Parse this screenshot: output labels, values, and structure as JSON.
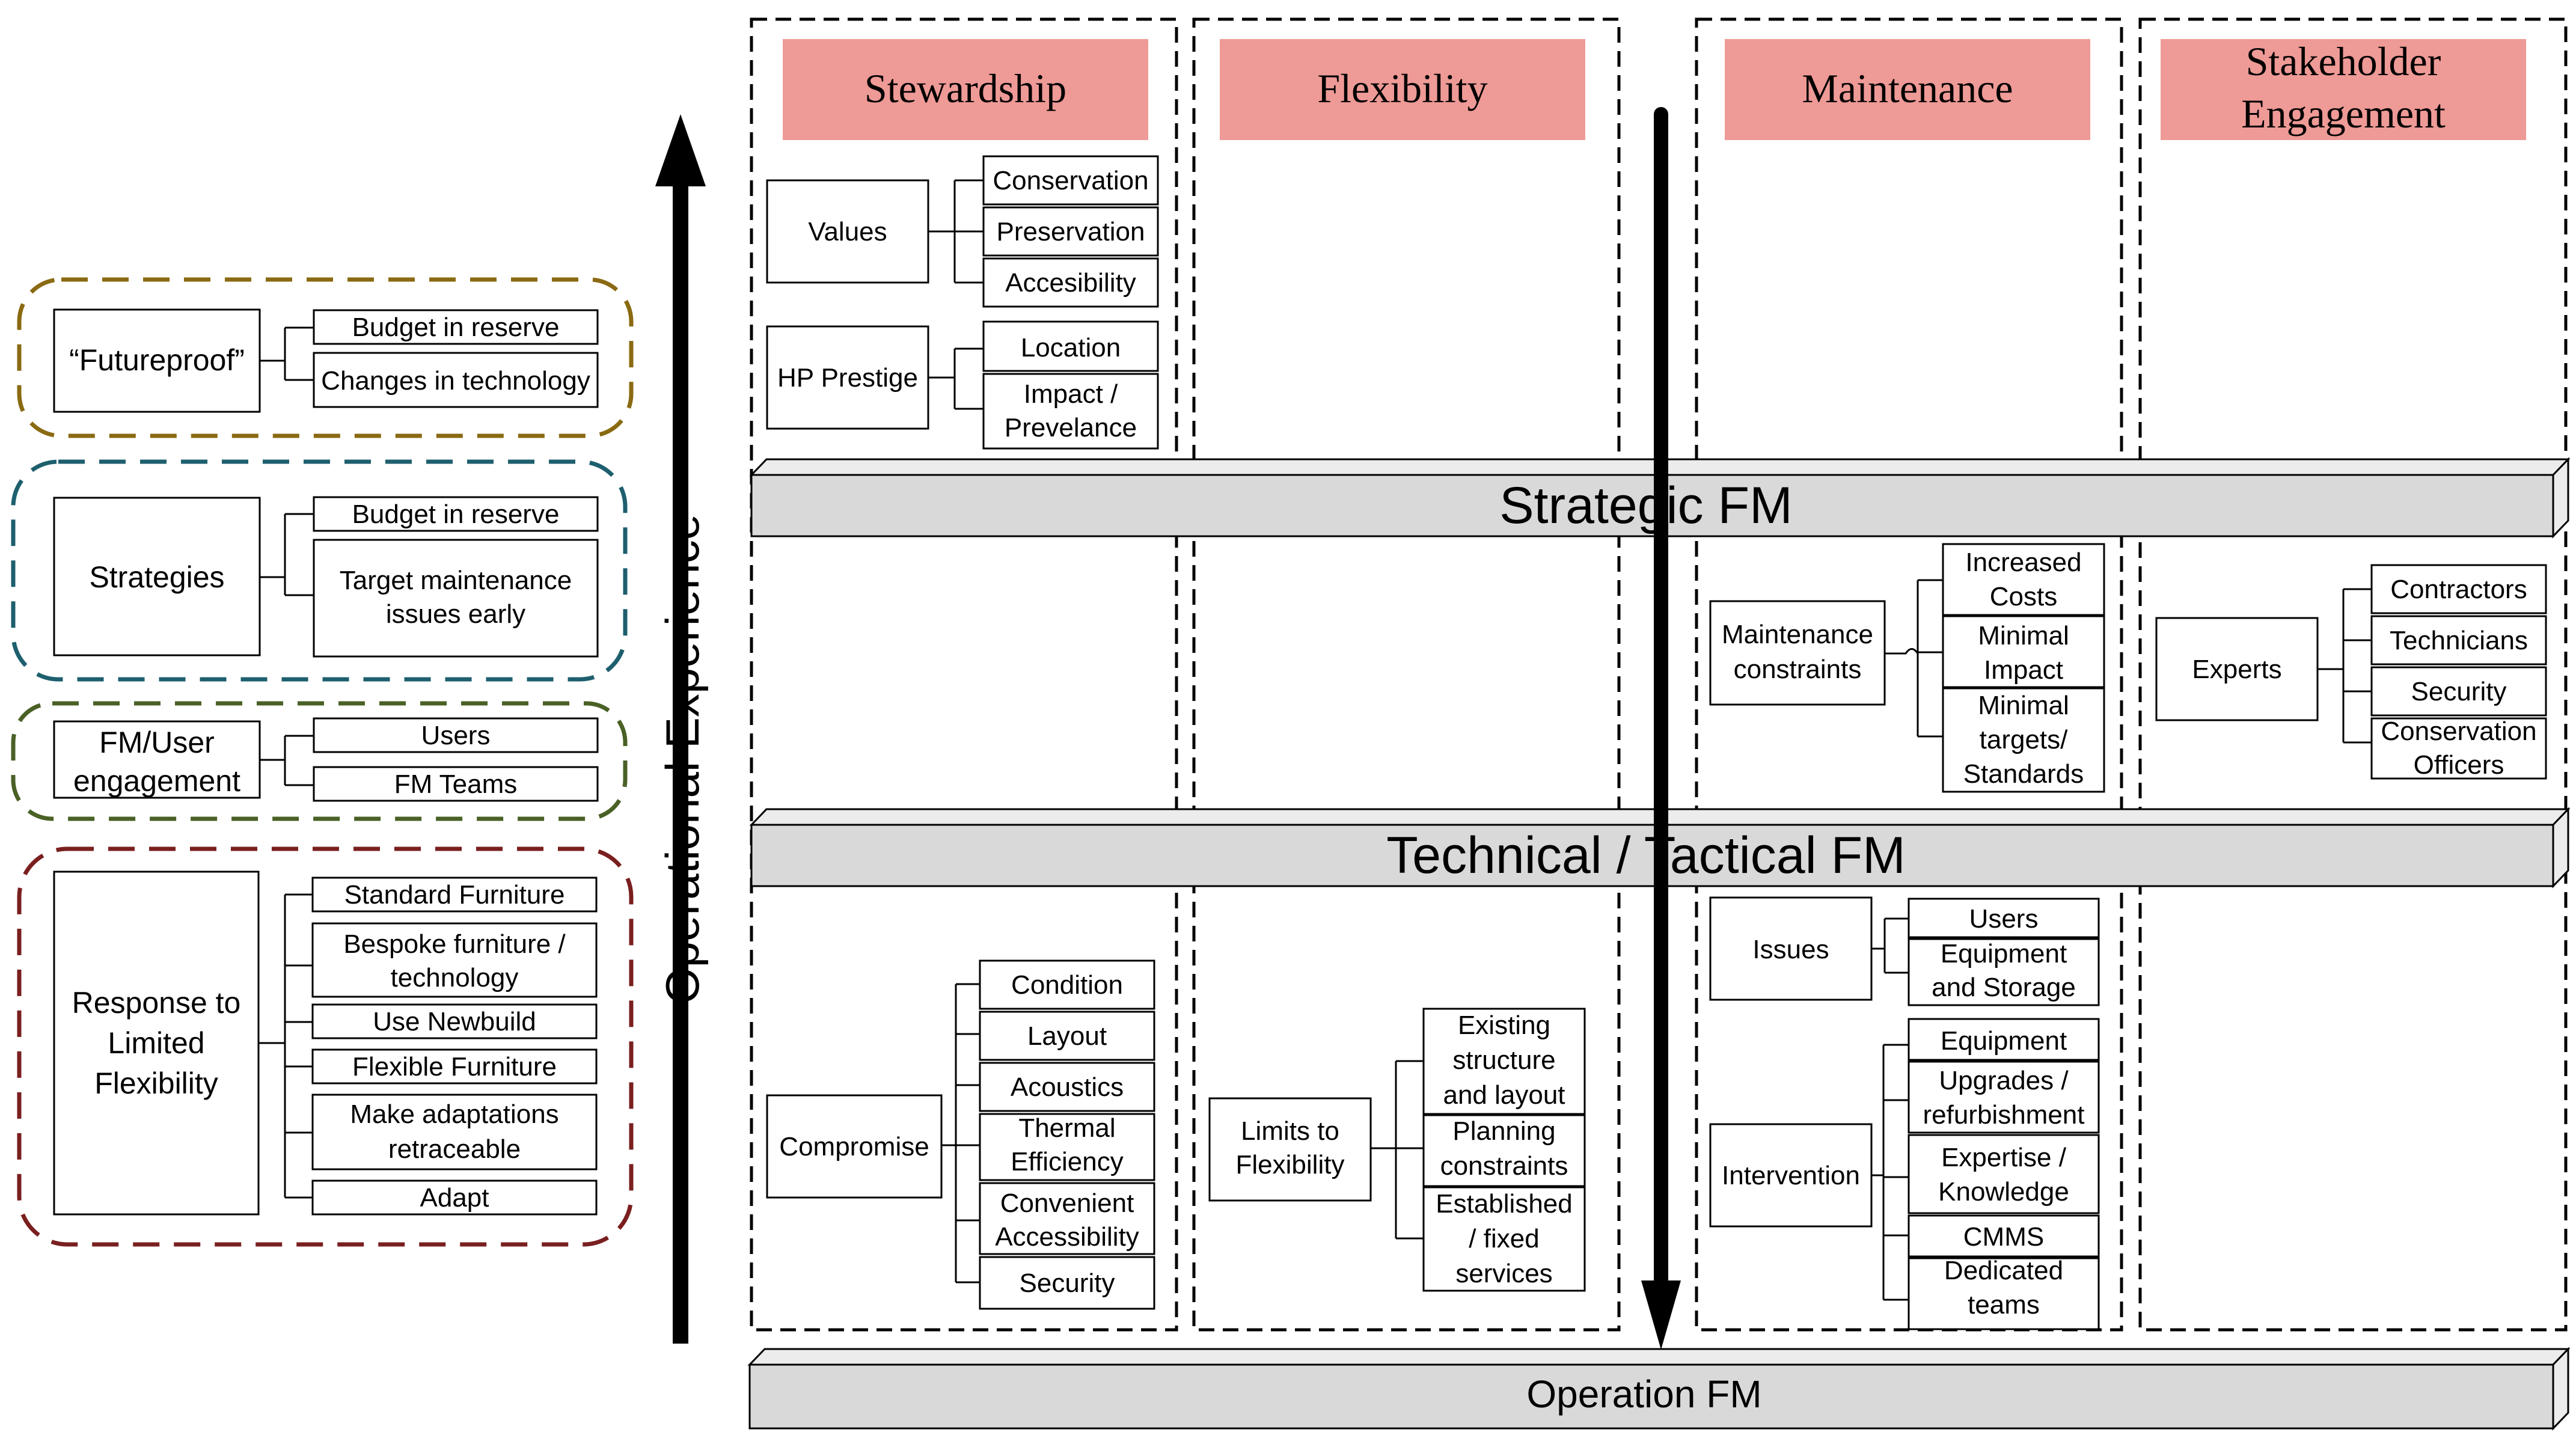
{
  "headers": {
    "stewardship": "Stewardship",
    "flexibility": "Flexibility",
    "maintenance": "Maintenance",
    "stakeholder_1": "Stakeholder",
    "stakeholder_2": "Engagement"
  },
  "levels": {
    "strategic": "Strategic FM",
    "tactical": "Technical / Tactical FM",
    "operation": "Operation FM"
  },
  "axis_label": "Operational Experience",
  "left_groups": {
    "futureproof": {
      "label": "“Futureproof”",
      "items": [
        "Budget in reserve",
        "Changes in technology"
      ],
      "color": "#8a6a12"
    },
    "strategies": {
      "label": "Strategies",
      "items": [
        "Budget in reserve",
        "Target maintenance",
        "issues early"
      ],
      "color": "#1e5f6e"
    },
    "engagement": {
      "label_1": "FM/User",
      "label_2": "engagement",
      "items": [
        "Users",
        "FM Teams"
      ],
      "color": "#4a6126"
    },
    "response": {
      "label_1": "Response to",
      "label_2": "Limited",
      "label_3": "Flexibility",
      "items": [
        "Standard Furniture",
        "Bespoke furniture /",
        "technology",
        "Use Newbuild",
        "Flexible Furniture",
        "Make adaptations",
        "retraceable",
        "Adapt"
      ],
      "color": "#7a1f1f"
    }
  },
  "stewardship": {
    "values": {
      "label": "Values",
      "items": [
        "Conservation",
        "Preservation",
        "Accesibility"
      ]
    },
    "prestige": {
      "label": "HP Prestige",
      "items": [
        "Location",
        "Impact /",
        "Prevelance"
      ]
    },
    "compromise": {
      "label": "Compromise",
      "items": [
        "Condition",
        "Layout",
        "Acoustics",
        "Thermal",
        "Efficiency",
        "Convenient",
        "Accessibility",
        "Security"
      ]
    }
  },
  "flexibility": {
    "limits": {
      "label_1": "Limits to",
      "label_2": "Flexibility",
      "items": [
        "Existing",
        "structure",
        "and layout",
        "Planning",
        "constraints",
        "Established",
        "/ fixed",
        "services"
      ]
    }
  },
  "maintenance": {
    "constraints": {
      "label_1": "Maintenance",
      "label_2": "constraints",
      "items": [
        "Increased",
        "Costs",
        "Minimal",
        "Impact",
        "Minimal",
        "targets/",
        "Standards"
      ]
    },
    "issues": {
      "label": "Issues",
      "items": [
        "Users",
        "Equipment",
        "and Storage"
      ]
    },
    "intervention": {
      "label": "Intervention",
      "items": [
        "Equipment",
        "Upgrades /",
        "refurbishment",
        "Expertise /",
        "Knowledge",
        "CMMS",
        "Dedicated",
        "teams"
      ]
    }
  },
  "stakeholder": {
    "experts": {
      "label": "Experts",
      "items": [
        "Contractors",
        "Technicians",
        "Security",
        "Conservation",
        "Officers"
      ]
    }
  }
}
